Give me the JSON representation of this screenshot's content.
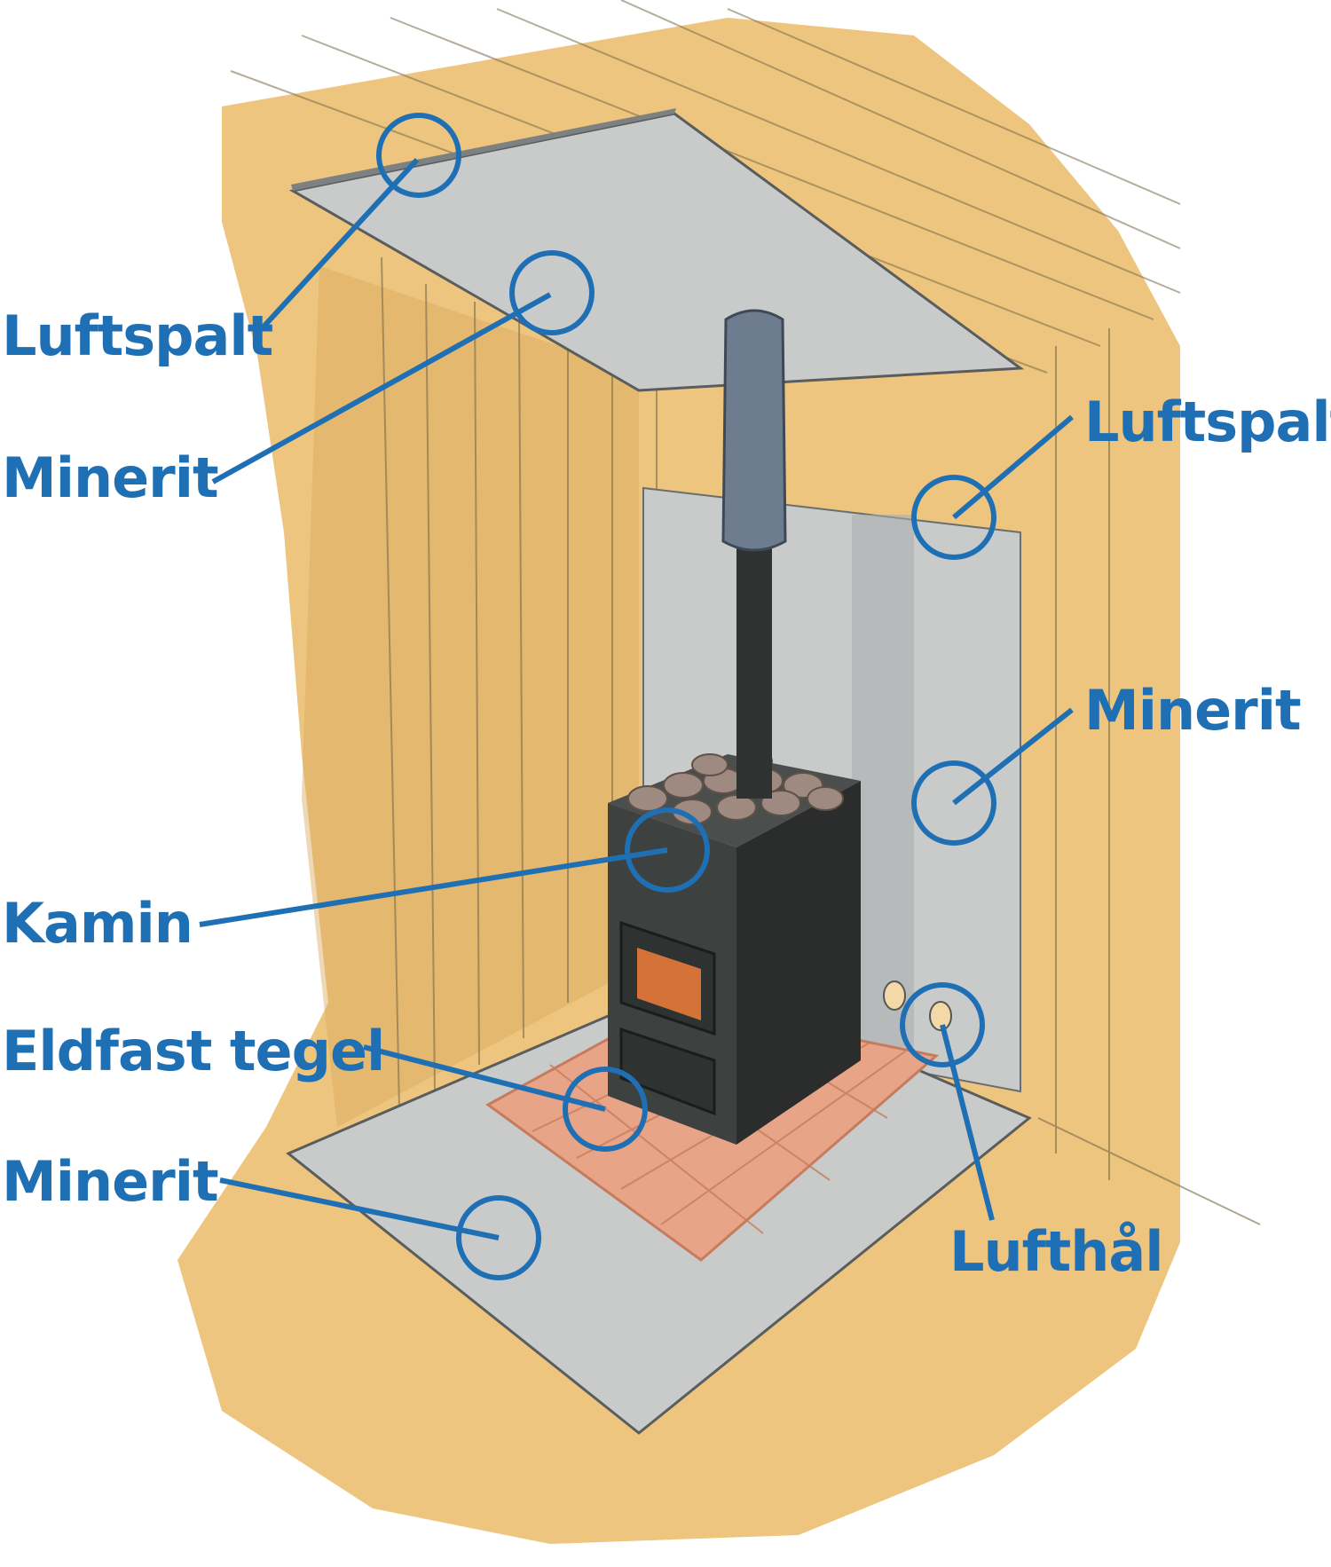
{
  "colors": {
    "annotation": "#1f6fb5",
    "wood": "#edc57e",
    "wood_dark": "#d9a85a",
    "minerit": "#c8cbca",
    "minerit_dark": "#a9adad",
    "stove": "#3d4140",
    "stove_dark": "#2a2d2c",
    "pipe_top": "#6e7c8f",
    "brick": "#e7a486",
    "brick_line": "#c77b5e",
    "stone": "#9e8a80",
    "fire": "#e8793a"
  },
  "labels": {
    "luftspalt_top": "Luftspalt",
    "minerit_ceiling": "Minerit",
    "luftspalt_right": "Luftspalt",
    "minerit_wall": "Minerit",
    "kamin": "Kamin",
    "eldfast_tegel": "Eldfast tegel",
    "minerit_floor": "Minerit",
    "lufthal": "Lufthål"
  }
}
